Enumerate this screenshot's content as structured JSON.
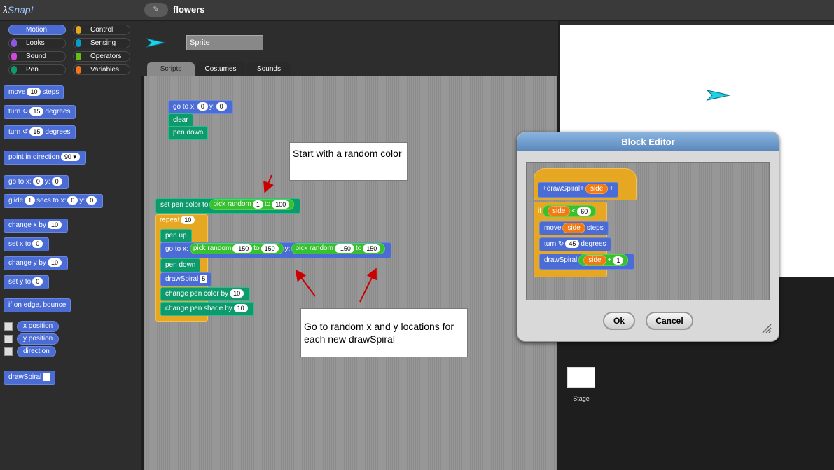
{
  "app": {
    "logo_lambda": "λ",
    "logo_text": "Snap!",
    "project_button": "✎",
    "project_name": "flowers"
  },
  "categories": [
    "Motion",
    "Control",
    "Looks",
    "Sensing",
    "Sound",
    "Operators",
    "Pen",
    "Variables"
  ],
  "category_colors": [
    "#4a6cd4",
    "#e6a822",
    "#8f56e3",
    "#049fcf",
    "#cf4ad9",
    "#62c213",
    "#0e9a6c",
    "#f3761d"
  ],
  "palette": {
    "move": "move",
    "move_val": "10",
    "move_unit": "steps",
    "turn_cw": "turn ↻",
    "turn_cw_val": "15",
    "turn_unit": "degrees",
    "turn_ccw": "turn ↺",
    "turn_ccw_val": "15",
    "point": "point in direction",
    "point_val": "90 ▾",
    "goto": "go to x:",
    "goto_x": "0",
    "goto_y_label": "y:",
    "goto_y": "0",
    "glide": "glide",
    "glide_val": "1",
    "glide_mid": "secs to x:",
    "glide_x": "0",
    "glide_y_label": "y:",
    "glide_y": "0",
    "changex": "change x by",
    "changex_val": "10",
    "setx": "set x to",
    "setx_val": "0",
    "changey": "change y by",
    "changey_val": "10",
    "sety": "set y to",
    "sety_val": "0",
    "bounce": "if on edge, bounce",
    "xpos": "x position",
    "ypos": "y position",
    "direction": "direction",
    "custom": "drawSpiral"
  },
  "sprite": {
    "name": "Sprite"
  },
  "tabs": [
    "Scripts",
    "Costumes",
    "Sounds"
  ],
  "script1": {
    "goto": "go to x:",
    "x": "0",
    "ylabel": "y:",
    "y": "0",
    "clear": "clear",
    "pendown": "pen down"
  },
  "script2": {
    "setcolor": "set pen color to",
    "pickrandom": "pick random",
    "pr_from": "1",
    "pr_to_label": "to",
    "pr_to": "100",
    "repeat": "repeat",
    "repeat_val": "10",
    "penup": "pen up",
    "goto": "go to x:",
    "gx_from": "-150",
    "gx_to": "150",
    "ylabel": "y:",
    "gy_from": "-150",
    "gy_to": "150",
    "pendown": "pen down",
    "drawspiral": "drawSpiral",
    "ds_val": "5",
    "changecolor": "change pen color by",
    "cc_val": "10",
    "changeshade": "change pen shade by",
    "cs_val": "10"
  },
  "notes": {
    "note1": "Start with a random color",
    "note2": "Go to random x and y locations for each new drawSpiral"
  },
  "stage": {
    "label": "Stage"
  },
  "dialog": {
    "title": "Block Editor",
    "hat_plus": "+",
    "hat_name": "drawSpiral",
    "hat_param": "side",
    "if": "if",
    "cond_var": "side",
    "cond_op": "<",
    "cond_val": "60",
    "move": "move",
    "move_var": "side",
    "move_unit": "steps",
    "turn": "turn ↻",
    "turn_val": "45",
    "turn_unit": "degrees",
    "call": "drawSpiral",
    "call_var": "side",
    "call_op": "+",
    "call_val": "1",
    "ok": "Ok",
    "cancel": "Cancel"
  }
}
